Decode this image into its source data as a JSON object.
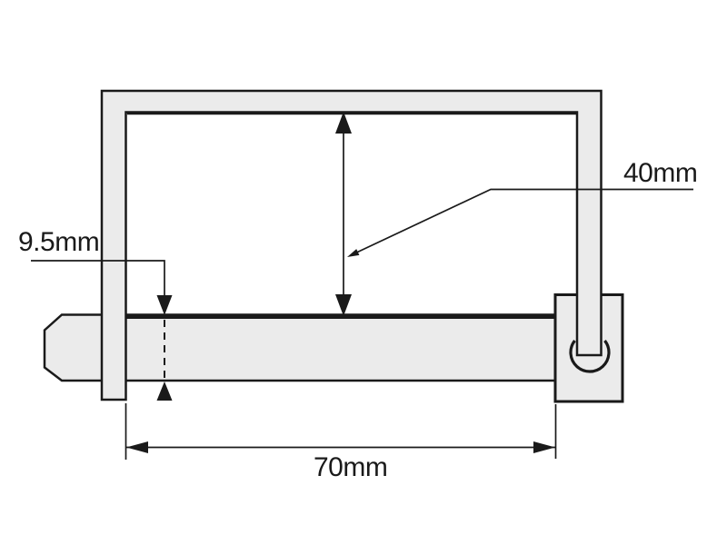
{
  "diagram": {
    "subject": "shaft-locking-pin-dimension-drawing",
    "labels": {
      "bail_height": {
        "text": "40mm",
        "value": 40,
        "unit": "mm"
      },
      "pin_diameter": {
        "text": "9.5mm",
        "value": 9.5,
        "unit": "mm"
      },
      "pin_length": {
        "text": "70mm",
        "value": 70,
        "unit": "mm"
      }
    },
    "colors": {
      "background": "#ffffff",
      "part_fill": "#ebebeb",
      "outline": "#1a1a1a",
      "dimension_line": "#1a1a1a",
      "text": "#1a1a1a"
    }
  }
}
